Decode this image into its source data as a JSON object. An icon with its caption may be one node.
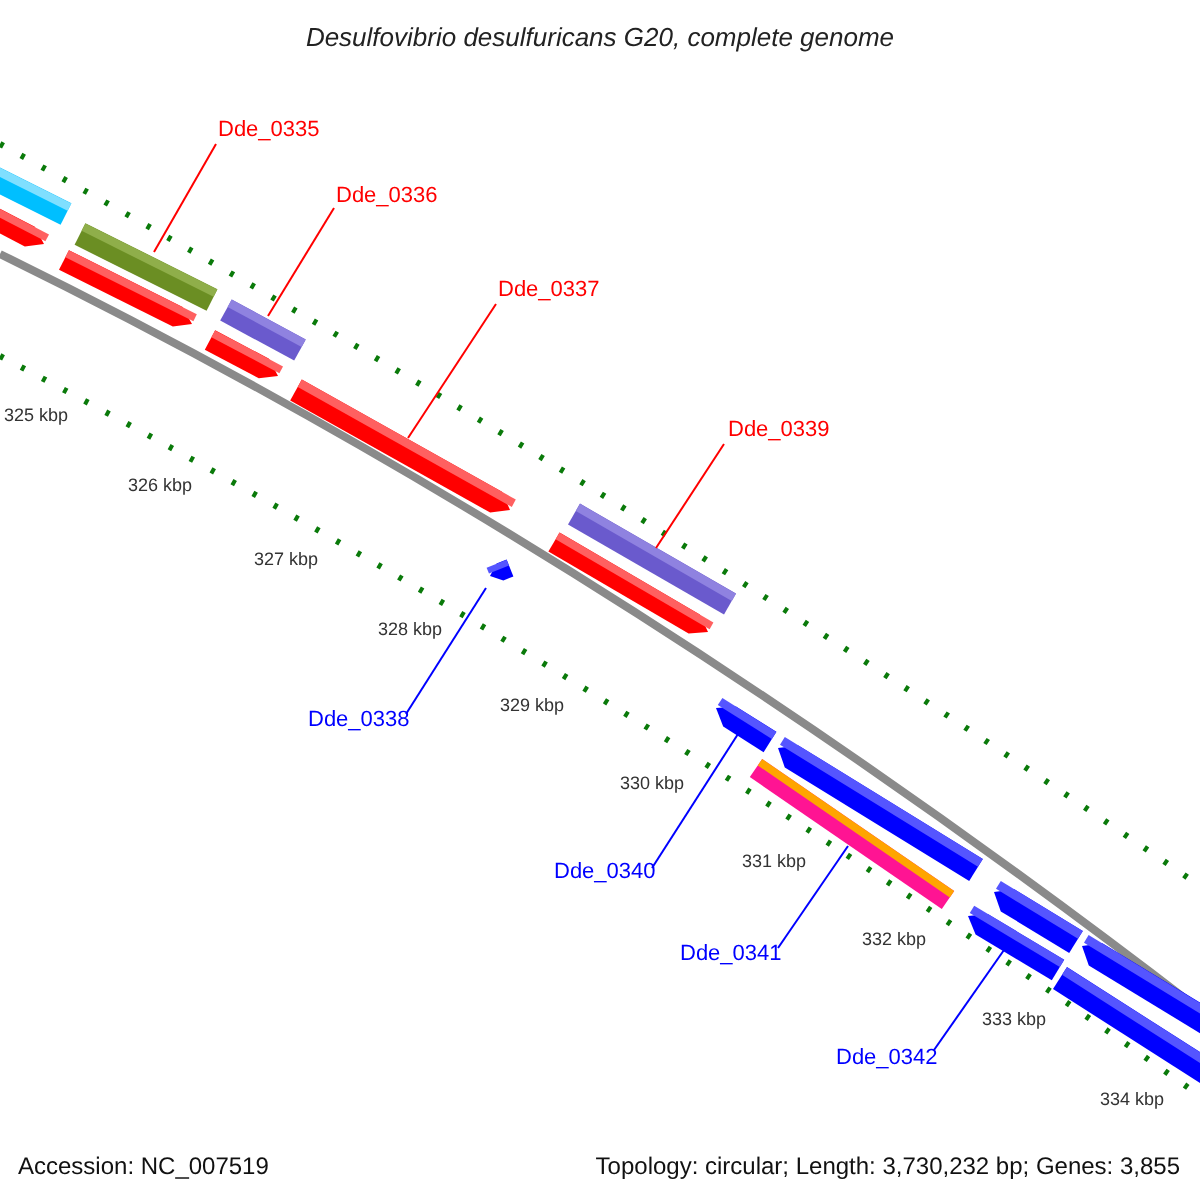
{
  "diagram": {
    "title": "Desulfovibrio desulfuricans G20, complete genome",
    "nodes": [
      {
        "text": [
          "Dde_0335"
        ]
      },
      {
        "text": [],
        "shape": "bar"
      },
      {
        "text": [
          "Dde_0336"
        ]
      },
      {
        "text": [],
        "shape": "bar"
      },
      {
        "text": [
          "Dde_0337"
        ]
      },
      {
        "text": [],
        "shape": "bar"
      },
      {
        "text": [
          "Dde_0339"
        ]
      },
      {
        "text": [],
        "shape": "bar"
      },
      {
        "text": [
          "Dde_0338"
        ]
      },
      {
        "text": [],
        "shape": "bar"
      },
      {
        "text": [
          "Dde_0340"
        ]
      },
      {
        "text": [],
        "shape": "bar"
      },
      {
        "text": [
          "Dde_0341"
        ]
      },
      {
        "text": [],
        "shape": "bar"
      },
      {
        "text": [
          "Dde_0342"
        ]
      },
      {
        "text": [],
        "shape": "bar"
      }
    ],
    "edges": [
      {
        "from": 0,
        "to": 1,
        "arrow": "none"
      },
      {
        "from": 2,
        "to": 3,
        "arrow": "none"
      },
      {
        "from": 4,
        "to": 5,
        "arrow": "none"
      },
      {
        "from": 6,
        "to": 7,
        "arrow": "none"
      },
      {
        "from": 8,
        "to": 9,
        "arrow": "none",
        "color": "#0000ff"
      },
      {
        "from": 10,
        "to": 11,
        "arrow": "none",
        "color": "#0000ff"
      },
      {
        "from": 12,
        "to": 13,
        "arrow": "none",
        "color": "#0000ff"
      },
      {
        "from": 14,
        "to": 15,
        "arrow": "none",
        "color": "#0000ff"
      }
    ],
    "labels": [
      "325 kbp",
      "326 kbp",
      "327 kbp",
      "328 kbp",
      "329 kbp",
      "330 kbp",
      "331 kbp",
      "332 kbp",
      "333 kbp",
      "334 kbp",
      "Accession: NC_007519",
      "Topology: circular; Length: 3,730,232 bp; Genes: 3,855"
    ]
  }
}
